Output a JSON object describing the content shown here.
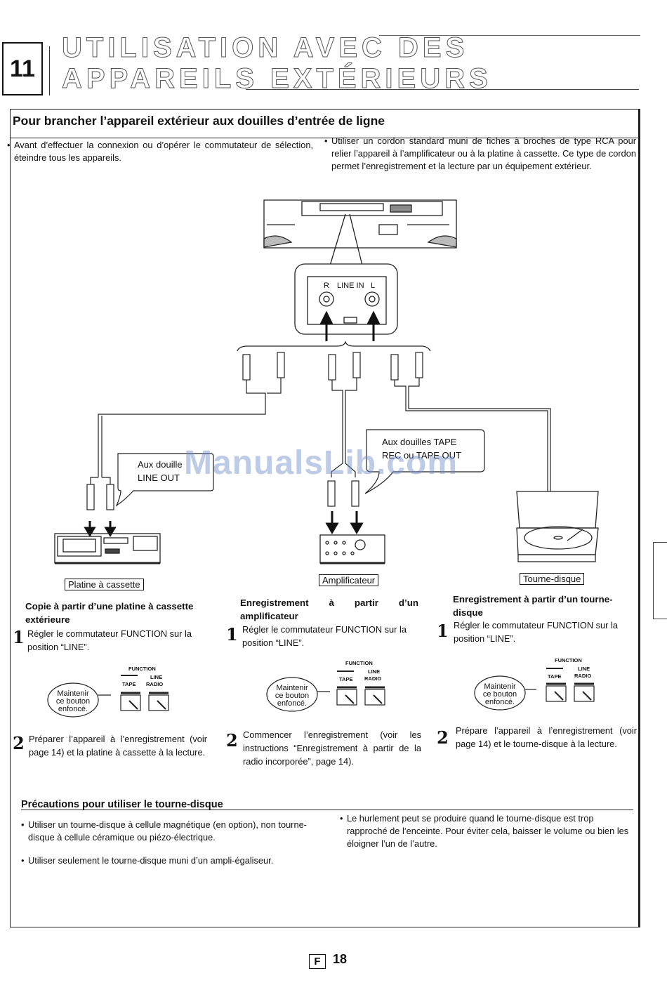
{
  "header": {
    "section_number": "11",
    "title": "UTILISATION AVEC DES APPAREILS EXTÉRIEURS"
  },
  "box": {
    "heading": "Pour brancher l’appareil extérieur aux douilles d’entrée de ligne",
    "intro_left": "Avant d’effectuer la connexion ou d’opérer le commutateur de sélection, éteindre tous les appareils.",
    "intro_right": "Utiliser un cordon standard muni de fiches à broches de type RCA pour relier l’appareil à l’amplificateur ou à la platine à cassette. Ce type de cordon permet l’enregistrement et la lecture par un équipement extérieur."
  },
  "diagram": {
    "jack_r": "R",
    "jack_label": "LINE IN",
    "jack_l": "L",
    "callout_left_1": "Aux douille",
    "callout_left_2": "LINE OUT",
    "callout_mid_1": "Aux douilles TAPE",
    "callout_mid_2": "REC ou TAPE OUT",
    "device_cassette": "Platine à cassette",
    "device_amp": "Amplificateur",
    "device_turntable": "Tourne-disque"
  },
  "columns": [
    {
      "heading": "Copie à partir d’une platine à cassette extérieure",
      "step1": "Régler le commutateur FUNCTION sur la position “LINE”.",
      "step2": "Préparer l’appareil à l’enregistrement (voir page 14) et la platine à cassette à la lecture."
    },
    {
      "heading": "Enregistrement à partir d’un amplificateur",
      "step1": "Régler le commutateur FUNCTION sur la position “LINE”.",
      "step2": "Commencer l’enregistrement (voir les instructions “Enregistrement à partir de la radio incorporée”, page 14)."
    },
    {
      "heading": "Enregistrement à partir d’un tourne-disque",
      "step1": "Régler le commutateur FUNCTION sur la position “LINE”.",
      "step2": "Prépare l’appareil à l’enregistrement (voir page 14) et le tourne-disque à la lecture."
    }
  ],
  "switch": {
    "function": "FUNCTION",
    "tape": "TAPE",
    "line": "LINE",
    "radio": "RADIO",
    "hold_1": "Maintenir",
    "hold_2": "ce bouton",
    "hold_3": "enfoncé."
  },
  "steps": {
    "one": "1",
    "two": "2"
  },
  "precautions": {
    "heading": "Précautions pour utiliser le tourne-disque",
    "item1": "Utiliser un tourne-disque à cellule magnétique (en option), non tourne-disque à cellule céramique ou piézo-électrique.",
    "item2": "Utiliser seulement le tourne-disque muni d’un ampli-égaliseur.",
    "item3": "Le hurlement peut se produire quand le tourne-disque est trop rapproché de l’enceinte. Pour éviter cela, baisser le volume ou bien les éloigner l’un de l’autre."
  },
  "footer": {
    "lang": "F",
    "page": "18"
  },
  "watermark": "ManualsLib.com"
}
